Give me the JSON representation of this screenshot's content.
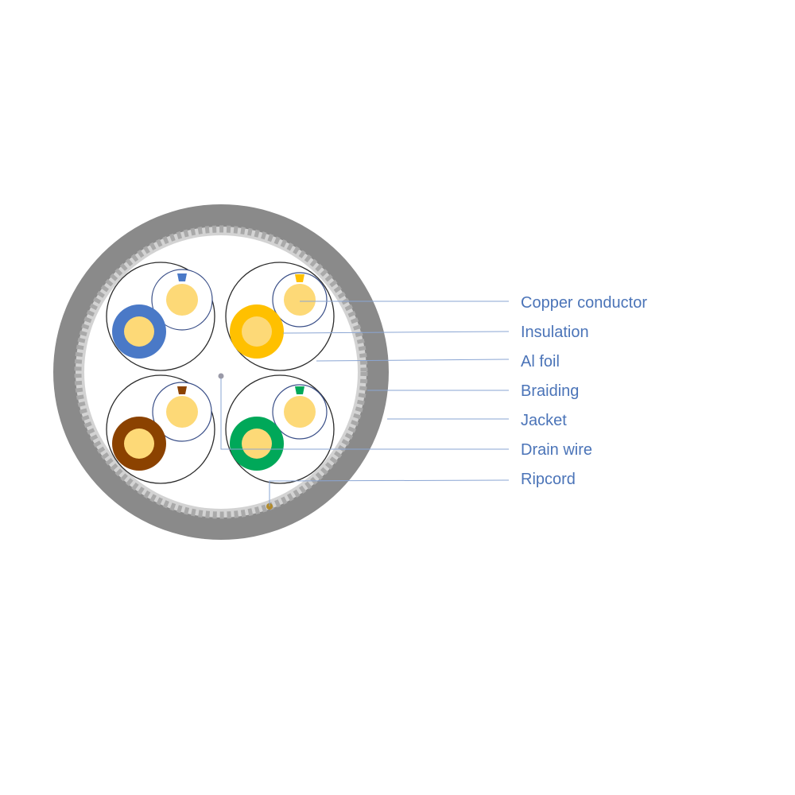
{
  "diagram": {
    "labels": [
      {
        "key": "copper-conductor",
        "text": "Copper conductor"
      },
      {
        "key": "insulation",
        "text": "Insulation"
      },
      {
        "key": "al-foil",
        "text": "Al foil"
      },
      {
        "key": "braiding",
        "text": "Braiding"
      },
      {
        "key": "jacket",
        "text": "Jacket"
      },
      {
        "key": "drain-wire",
        "text": "Drain wire"
      },
      {
        "key": "ripcord",
        "text": "Ripcord"
      }
    ],
    "pair_colors": [
      "#4a79c7",
      "#ffc000",
      "#8b4200",
      "#00a859"
    ],
    "colors": {
      "jacket": "#8a8a8a",
      "braiding": "#b4b4b4",
      "copper": "#fdd977",
      "leader_line": "#8aa5d3",
      "label_text": "#4b74b8",
      "ripcord": "#b38b2a",
      "drain_wire": "#9a9aa8"
    }
  }
}
